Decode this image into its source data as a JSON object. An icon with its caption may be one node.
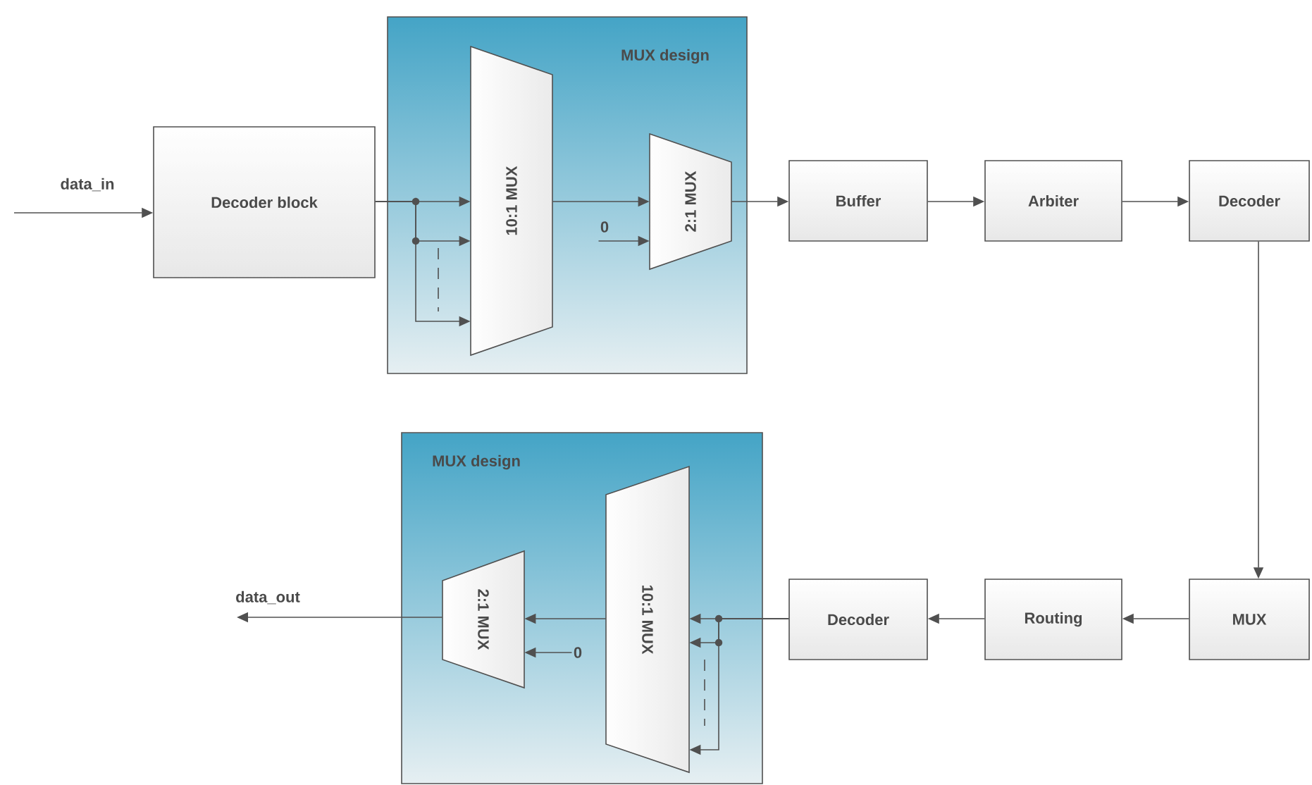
{
  "diagram": {
    "nodes": [
      {
        "text": [
          "Decoder block"
        ]
      },
      {
        "text": [
          "MUX design"
        ]
      },
      {
        "text": [
          "10:1 MUX"
        ],
        "in": 1
      },
      {
        "text": [
          "2:1 MUX"
        ],
        "in": 1
      },
      {
        "text": [
          "0"
        ],
        "in": 1
      },
      {
        "text": [
          "Buffer"
        ]
      },
      {
        "text": [
          "Arbiter"
        ]
      },
      {
        "text": [
          "Decoder"
        ]
      },
      {
        "text": [
          "MUX design"
        ]
      },
      {
        "text": [
          "2:1 MUX"
        ],
        "in": 8
      },
      {
        "text": [
          "0"
        ],
        "in": 8
      },
      {
        "text": [
          "10:1 MUX"
        ],
        "in": 8
      },
      {
        "text": [
          "Decoder"
        ]
      },
      {
        "text": [
          "Routing"
        ]
      },
      {
        "text": [
          "MUX"
        ]
      }
    ],
    "edges": [
      {
        "from": null,
        "to": 0,
        "arrow": "to",
        "label": "data_in"
      },
      {
        "from": 0,
        "to": 2,
        "arrow": "to"
      },
      {
        "from": 0,
        "to": 2,
        "arrow": "to"
      },
      {
        "from": 0,
        "to": 2,
        "arrow": "to"
      },
      {
        "from": 2,
        "to": 3,
        "arrow": "to"
      },
      {
        "from": 4,
        "to": 3,
        "arrow": "to"
      },
      {
        "from": 3,
        "to": 5,
        "arrow": "to"
      },
      {
        "from": 5,
        "to": 6,
        "arrow": "to"
      },
      {
        "from": 6,
        "to": 7,
        "arrow": "to"
      },
      {
        "from": 7,
        "to": 14,
        "arrow": "to"
      },
      {
        "from": 14,
        "to": 13,
        "arrow": "to"
      },
      {
        "from": 13,
        "to": 12,
        "arrow": "to"
      },
      {
        "from": 12,
        "to": 11,
        "arrow": "to"
      },
      {
        "from": 12,
        "to": 11,
        "arrow": "to"
      },
      {
        "from": 12,
        "to": 11,
        "arrow": "to"
      },
      {
        "from": 11,
        "to": 9,
        "arrow": "to"
      },
      {
        "from": 10,
        "to": 9,
        "arrow": "to"
      },
      {
        "from": 9,
        "to": null,
        "arrow": "to",
        "label": "data_out"
      }
    ]
  }
}
